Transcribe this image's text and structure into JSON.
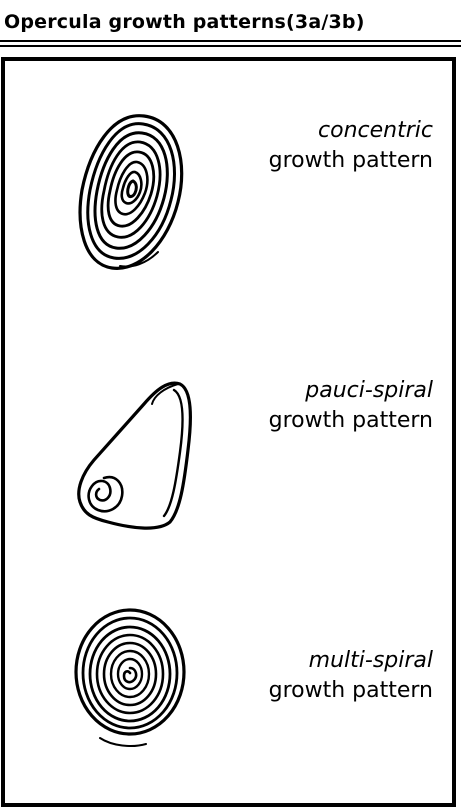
{
  "title": "Opercula growth patterns(3a/3b)",
  "patterns": [
    {
      "name": "concentric",
      "subtitle": "growth pattern",
      "icon": "concentric-operculum-icon"
    },
    {
      "name": "pauci-spiral",
      "subtitle": "growth pattern",
      "icon": "pauci-spiral-operculum-icon"
    },
    {
      "name": "multi-spiral",
      "subtitle": "growth pattern",
      "icon": "multi-spiral-operculum-icon"
    }
  ],
  "colors": {
    "ink": "#000000",
    "background": "#ffffff"
  }
}
